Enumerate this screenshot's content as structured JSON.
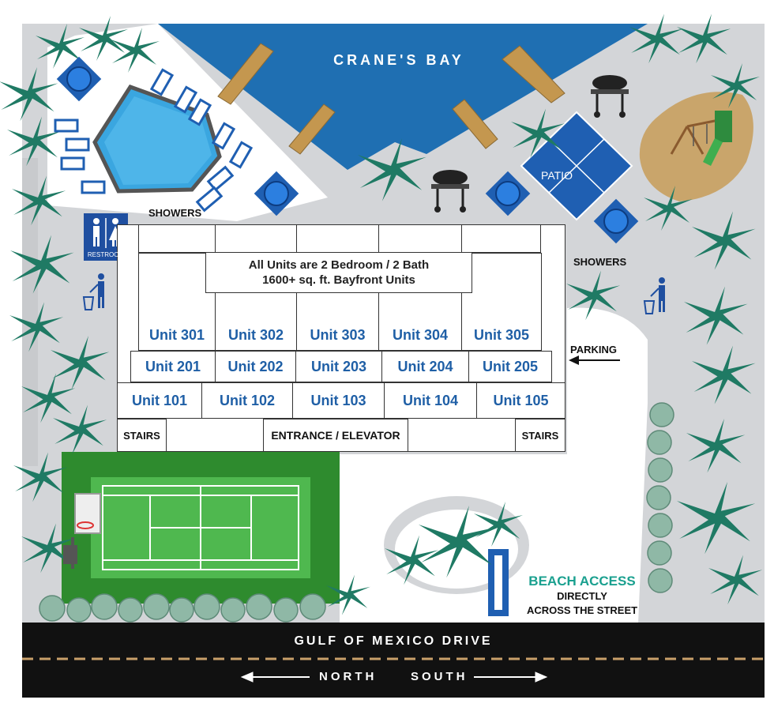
{
  "water": {
    "name": "CRANE'S BAY"
  },
  "building": {
    "note_line1": "All Units are 2 Bedroom / 2 Bath",
    "note_line2": "1600+ sq. ft. Bayfront Units",
    "floor3": [
      "Unit 301",
      "Unit 302",
      "Unit 303",
      "Unit 304",
      "Unit 305"
    ],
    "floor2": [
      "Unit 201",
      "Unit 202",
      "Unit 203",
      "Unit 204",
      "Unit 205"
    ],
    "floor1": [
      "Unit 101",
      "Unit 102",
      "Unit 103",
      "Unit 104",
      "Unit 105"
    ],
    "stairs_left": "STAIRS",
    "stairs_right": "STAIRS",
    "entrance": "ENTRANCE / ELEVATOR"
  },
  "amenities": {
    "showers_left": "SHOWERS",
    "showers_right": "SHOWERS",
    "restroom": "RESTROOM",
    "patio": "PATIO",
    "parking": "PARKING"
  },
  "beach": {
    "title": "BEACH ACCESS",
    "line2": "DIRECTLY",
    "line3": "ACROSS THE STREET"
  },
  "road": {
    "name": "GULF OF MEXICO DRIVE",
    "north": "NORTH",
    "south": "SOUTH"
  },
  "colors": {
    "bay": "#1f6fb2",
    "grass": "#2e8b2e",
    "court": "#4fb84f",
    "pool": "#3aa6e0",
    "concrete": "#d3d5d8",
    "road": "#111111",
    "label_blue": "#1f5fa6",
    "beach_teal": "#1aa08f"
  }
}
